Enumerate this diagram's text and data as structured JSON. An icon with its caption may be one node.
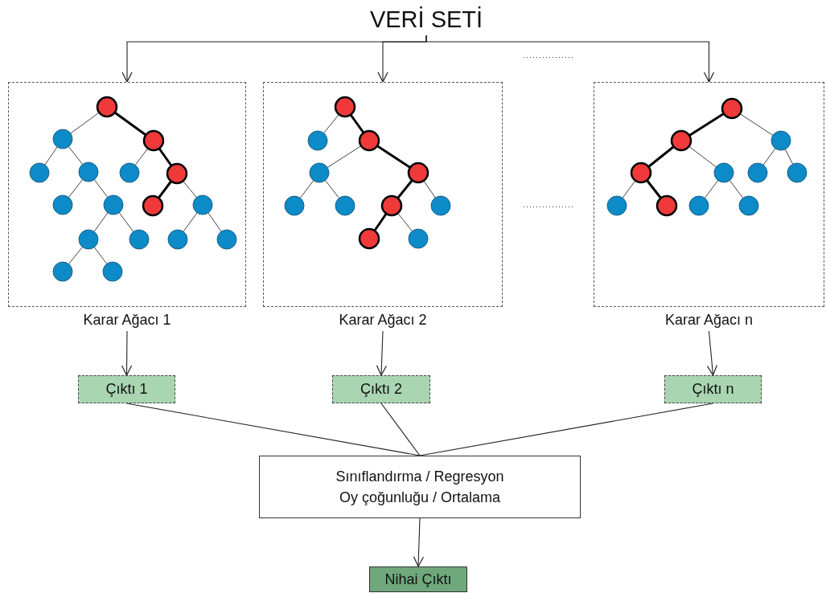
{
  "diagram": {
    "nodes": [
      {
        "text": [
          "VERİ SETİ"
        ]
      },
      {
        "text": [
          "Karar Ağacı 1"
        ]
      },
      {
        "text": [
          "Karar Ağacı 2"
        ]
      },
      {
        "text": [
          "Karar Ağacı n"
        ]
      },
      {
        "text": [
          "Çıktı 1"
        ]
      },
      {
        "text": [
          "Çıktı 2"
        ]
      },
      {
        "text": [
          "Çıktı n"
        ]
      },
      {
        "text": [
          "Sınıflandırma / Regresyon",
          "Oy çoğunluğu / Ortalama"
        ]
      },
      {
        "text": [
          "Nihai Çıktı"
        ]
      }
    ],
    "edges": [
      {
        "from": 0,
        "to": 1,
        "arrow": "to"
      },
      {
        "from": 0,
        "to": 2,
        "arrow": "to"
      },
      {
        "from": 0,
        "to": 3,
        "arrow": "to"
      },
      {
        "from": 1,
        "to": 4,
        "arrow": "to"
      },
      {
        "from": 2,
        "to": 5,
        "arrow": "to"
      },
      {
        "from": 3,
        "to": 6,
        "arrow": "to"
      },
      {
        "from": 4,
        "to": 7,
        "arrow": "none"
      },
      {
        "from": 5,
        "to": 7,
        "arrow": "none"
      },
      {
        "from": 6,
        "to": 7,
        "arrow": "none"
      },
      {
        "from": 7,
        "to": 8,
        "arrow": "to"
      }
    ]
  }
}
